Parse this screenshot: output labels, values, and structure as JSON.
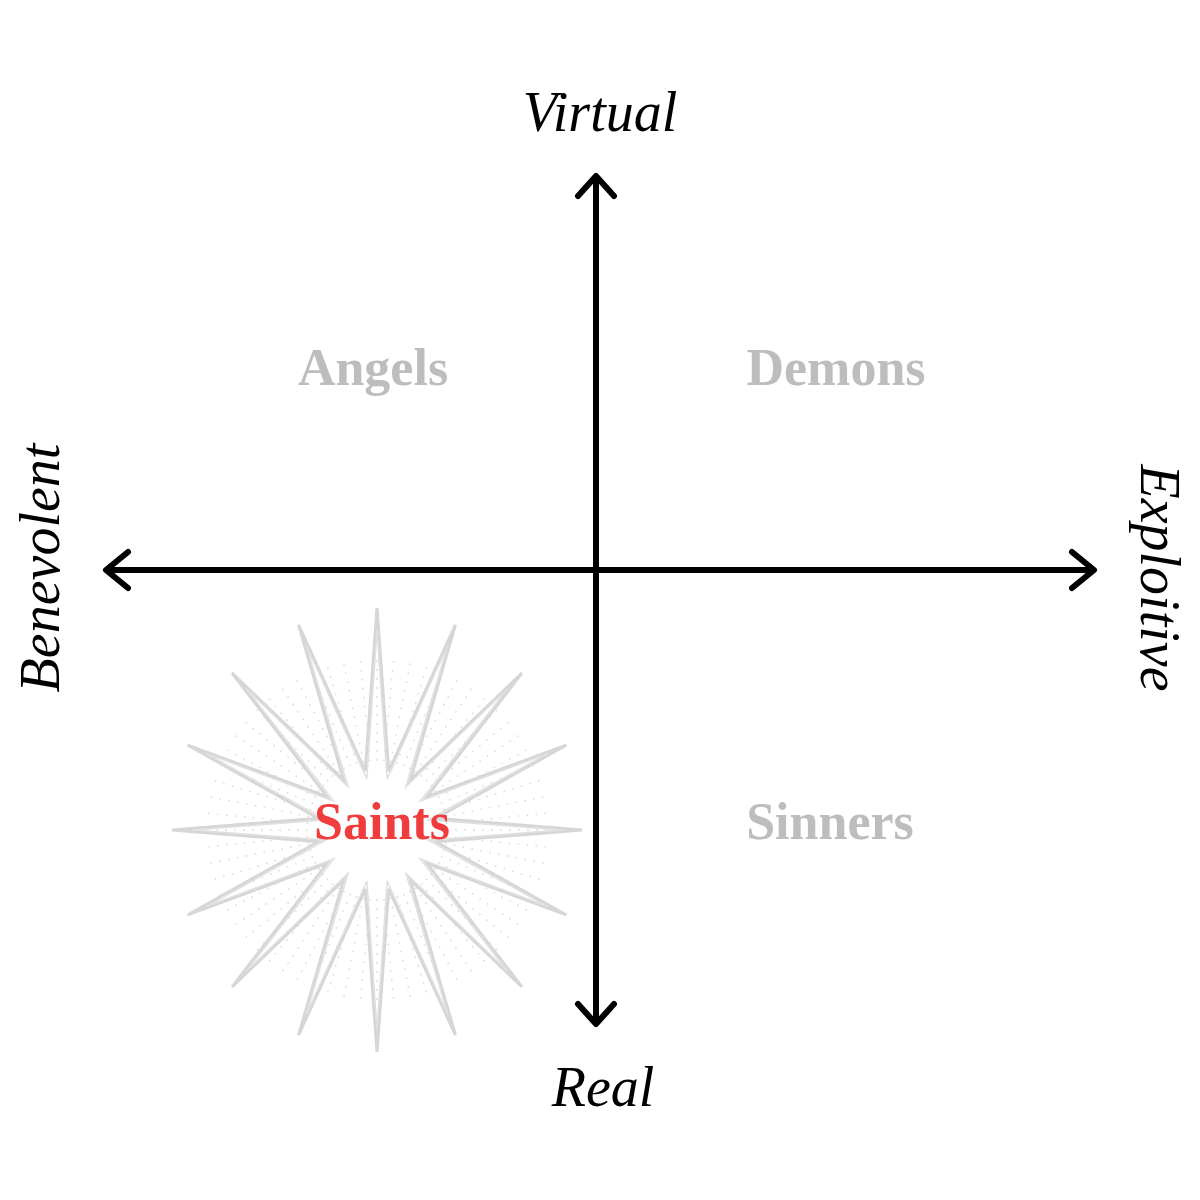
{
  "diagram": {
    "labels": [
      "Virtual",
      "Angels",
      "Demons",
      "Benevolent",
      "Exploitive",
      "Saints",
      "Sinners",
      "Real"
    ]
  }
}
